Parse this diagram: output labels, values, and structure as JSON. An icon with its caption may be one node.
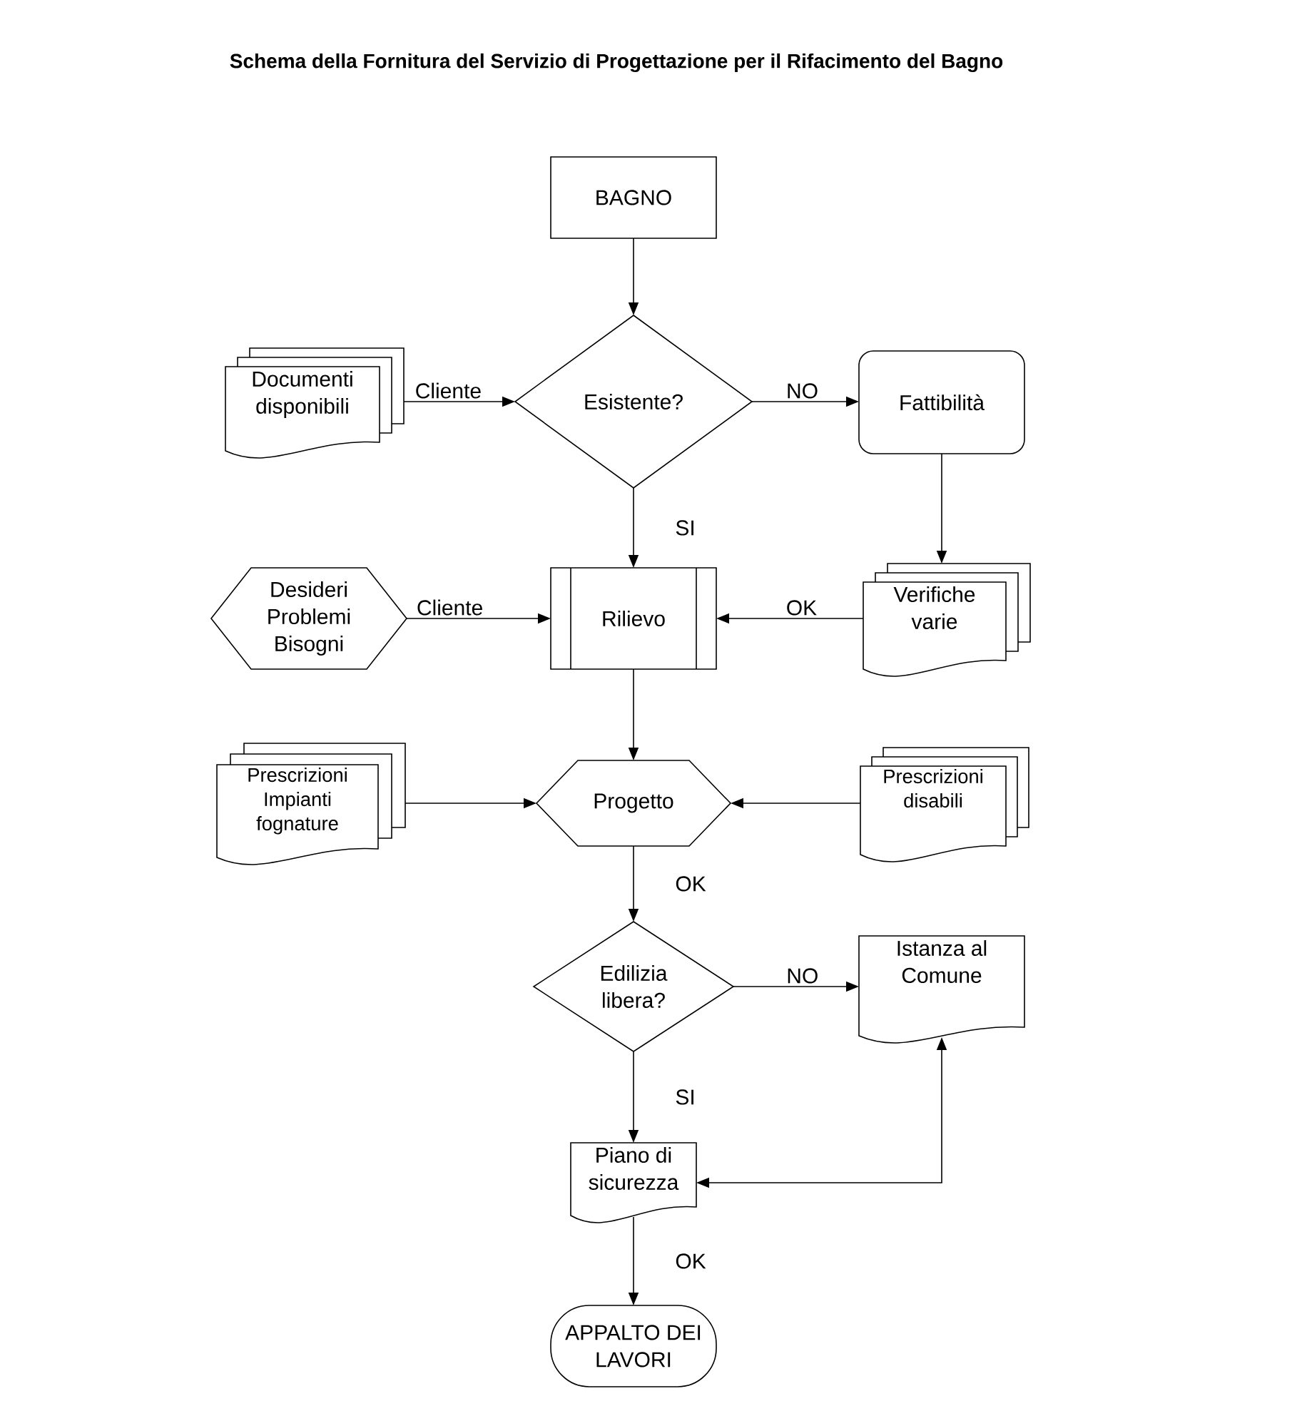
{
  "diagram": {
    "title": "Schema della Fornitura del Servizio di Progettazione per il Rifacimento del Bagno",
    "nodes": [
      {
        "text": [
          "BAGNO"
        ]
      },
      {
        "text": [
          "Documenti disponibili"
        ]
      },
      {
        "text": [
          "Esistente?"
        ]
      },
      {
        "text": [
          "Fattibilità"
        ]
      },
      {
        "text": [
          "Desideri Problemi Bisogni"
        ]
      },
      {
        "text": [
          "Rilievo"
        ]
      },
      {
        "text": [
          "Verifiche varie"
        ]
      },
      {
        "text": [
          "Prescrizioni Impianti fognature"
        ]
      },
      {
        "text": [
          "Progetto"
        ]
      },
      {
        "text": [
          "Prescrizioni disabili"
        ]
      },
      {
        "text": [
          "Edilizia libera?"
        ]
      },
      {
        "text": [
          "Istanza al Comune"
        ]
      },
      {
        "text": [
          "Piano di sicurezza"
        ]
      },
      {
        "text": [
          "APPALTO DEI LAVORI"
        ]
      }
    ],
    "edges": [
      {
        "from": 0,
        "to": 2,
        "arrow": "to"
      },
      {
        "from": 1,
        "to": 2,
        "arrow": "to",
        "label": "Cliente"
      },
      {
        "from": 2,
        "to": 3,
        "arrow": "to",
        "label": "NO"
      },
      {
        "from": 2,
        "to": 5,
        "arrow": "to",
        "label": "SI"
      },
      {
        "from": 3,
        "to": 6,
        "arrow": "to"
      },
      {
        "from": 4,
        "to": 5,
        "arrow": "to",
        "label": "Cliente"
      },
      {
        "from": 6,
        "to": 5,
        "arrow": "to",
        "label": "OK"
      },
      {
        "from": 5,
        "to": 8,
        "arrow": "to"
      },
      {
        "from": 7,
        "to": 8,
        "arrow": "to"
      },
      {
        "from": 9,
        "to": 8,
        "arrow": "to"
      },
      {
        "from": 8,
        "to": 10,
        "arrow": "to",
        "label": "OK"
      },
      {
        "from": 10,
        "to": 11,
        "arrow": "to",
        "label": "NO"
      },
      {
        "from": 10,
        "to": 12,
        "arrow": "to",
        "label": "SI"
      },
      {
        "from": 11,
        "to": 12,
        "arrow": "both"
      },
      {
        "from": 12,
        "to": 13,
        "arrow": "to",
        "label": "OK"
      }
    ]
  }
}
